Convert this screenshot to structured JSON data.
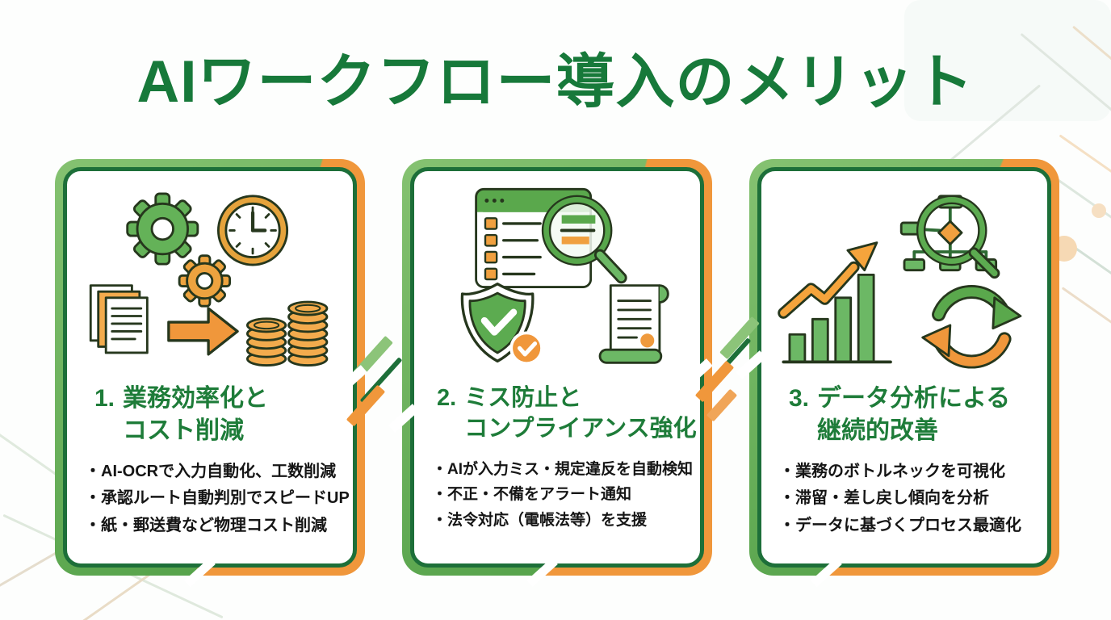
{
  "title": "AIワークフロー導入のメリット",
  "colors": {
    "title_green": "#17793a",
    "heading_green": "#1e7c39",
    "band_green": "#5fae52",
    "band_orange": "#f0973b",
    "stroke_dark_green": "#1d6f39",
    "icon_green": "#6cb865",
    "icon_orange": "#f0a03f",
    "text_black": "#151515"
  },
  "cards": [
    {
      "number": "1.",
      "heading": [
        "業務効率化と",
        "コスト削減"
      ],
      "bullets": [
        "・AI-OCRで入力自動化、工数削減",
        "・承認ルート自動判別でスピードUP",
        "・紙・郵送費など物理コスト削減"
      ],
      "icon_names": [
        "gears-icon",
        "clock-icon",
        "document-stack-icon",
        "arrow-right-icon",
        "coin-stacks-icon"
      ]
    },
    {
      "number": "2.",
      "heading": [
        "ミス防止と",
        "コンプライアンス強化"
      ],
      "bullets": [
        "・AIが入力ミス・規定違反を自動検知",
        "・不正・不備をアラート通知",
        "・法令対応（電帳法等）を支援"
      ],
      "icon_names": [
        "checklist-magnifier-icon",
        "shield-check-icon",
        "scroll-document-icon"
      ]
    },
    {
      "number": "3.",
      "heading": [
        "データ分析による",
        "継続的改善"
      ],
      "bullets": [
        "・業務のボトルネックを可視化",
        "・滞留・差し戻し傾向を分析",
        "・データに基づくプロセス最適化"
      ],
      "icon_names": [
        "bar-chart-growth-icon",
        "flowchart-magnifier-icon",
        "cycle-arrows-icon"
      ]
    }
  ]
}
